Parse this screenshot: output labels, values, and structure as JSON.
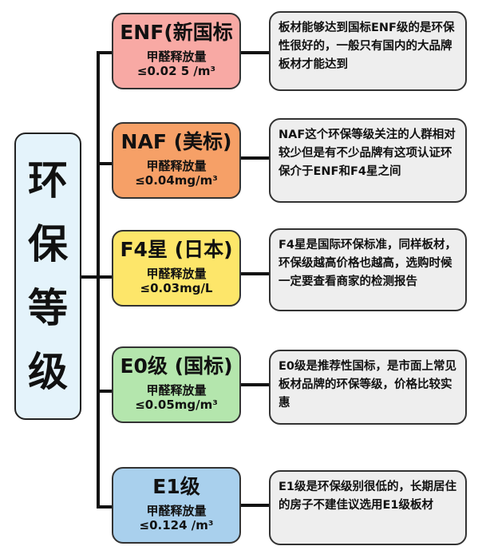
{
  "root": {
    "chars": [
      "环",
      "保",
      "等",
      "级"
    ],
    "color": "#e4f3fb"
  },
  "grades": [
    {
      "title": "ENF(新国标",
      "label": "甲醛释放量",
      "limit": "≤0.02 5 /m³",
      "color": "#f8a9a4",
      "description": "板材能够达到国标ENF级的是环保性很好的，一般只有国内的大品牌板材才能达到"
    },
    {
      "title": "NAF (美标)",
      "label": "甲醛释放量",
      "limit": "≤0.04mg/m³",
      "color": "#f6a067",
      "description": "NAF这个环保等级关注的人群相对较少但是有不少品牌有这项认证环保介于ENF和F4星之间"
    },
    {
      "title": "F4星 (日本)",
      "label": "甲醛释放量",
      "limit": "≤0.03mg/L",
      "color": "#fde66a",
      "description": "F4星是国际环保标准，同样板材，环保级越高价格也越高，选购时候一定要查看商家的检测报告"
    },
    {
      "title": "E0级 (国标)",
      "label": "甲醛释放量",
      "limit": "≤0.05mg/m³",
      "color": "#b4e6ad",
      "description": "E0级是推荐性国标，是市面上常见板材品牌的环保等级，价格比较实惠"
    },
    {
      "title": "E1级",
      "label": "甲醛释放量",
      "limit": "≤0.124 /m³",
      "color": "#a9d0ed",
      "description": "E1级是环保级别很低的，长期居住的房子不建佳议选用E1级板材"
    }
  ]
}
